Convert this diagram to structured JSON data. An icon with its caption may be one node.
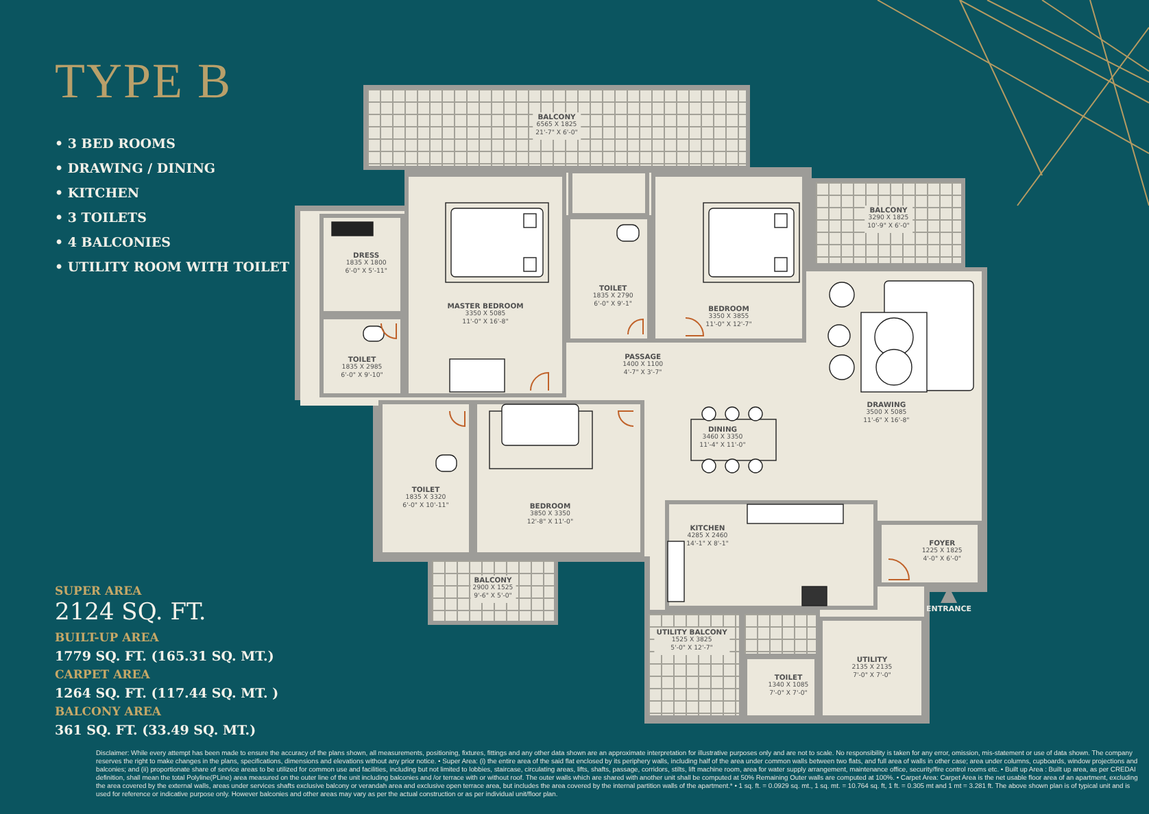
{
  "diagram": {
    "title": "TYPE B",
    "nodes": [
      {
        "text": [
          "BALCONY",
          "6565 X 1825",
          "21'-7\" X 6'-0\""
        ]
      },
      {
        "text": [
          "BALCONY",
          "3290 X 1825",
          "10'-9\" X 6'-0\""
        ]
      },
      {
        "text": [
          "DRESS",
          "1835 X 1800",
          "6'-0\" X 5'-11\""
        ]
      },
      {
        "text": [
          "TOILET",
          "1835 X 2985",
          "6'-0\" X 9'-10\""
        ]
      },
      {
        "text": [
          "MASTER BEDROOM",
          "3350 X 5085",
          "11'-0\" X 16'-8\""
        ]
      },
      {
        "text": [
          "TOILET",
          "1835 X 2790",
          "6'-0\" X 9'-1\""
        ]
      },
      {
        "text": [
          "BEDROOM",
          "3350 X 3855",
          "11'-0\" X 12'-7\""
        ]
      },
      {
        "text": [
          "PASSAGE",
          "1400 X 1100",
          "4'-7\" X 3'-7\""
        ]
      },
      {
        "text": [
          "DRAWING",
          "3500 X 5085",
          "11'-6\" X 16'-8\""
        ]
      },
      {
        "text": [
          "DINING",
          "3460 X 3350",
          "11'-4\" X 11'-0\""
        ]
      },
      {
        "text": [
          "TOILET",
          "1835 X 3320",
          "6'-0\" X 10'-11\""
        ]
      },
      {
        "text": [
          "BEDROOM",
          "3850 X 3350",
          "12'-8\" X 11'-0\""
        ]
      },
      {
        "text": [
          "BALCONY",
          "2900 X 1525",
          "9'-6\" X 5'-0\""
        ]
      },
      {
        "text": [
          "KITCHEN",
          "4285 X 2460",
          "14'-1\" X 8'-1\""
        ]
      },
      {
        "text": [
          "FOYER",
          "1225 X 1825",
          "4'-0\" X 6'-0\""
        ]
      },
      {
        "text": [
          "UTILITY BALCONY",
          "1525 X 3825",
          "5'-0\" X 12'-7\""
        ]
      },
      {
        "text": [
          "TOILET",
          "1340 X 1085",
          "7'-0\" X 7'-0\""
        ]
      },
      {
        "text": [
          "UTILITY",
          "2135 X 2135",
          "7'-0\" X 7'-0\""
        ]
      },
      {
        "text": [
          "ENTRANCE"
        ]
      }
    ],
    "edges": [
      {
        "from": 18,
        "to": 14,
        "arrow": "to"
      }
    ],
    "labels": [
      "• 3 BED ROOMS",
      "• DRAWING / DINING",
      "• KITCHEN",
      "• 3 TOILETS",
      "• 4 BALCONIES",
      "• UTILITY ROOM WITH TOILET",
      "SUPER AREA",
      "2124 SQ. FT.",
      "BUILT-UP AREA",
      "1779 SQ. FT. (165.31 SQ. MT.)",
      "CARPET AREA",
      "1264 SQ. FT. (117.44 SQ. MT. )",
      "BALCONY AREA",
      "361 SQ. FT. (33.49 SQ. MT.)",
      "Disclaimer: While every attempt has been made to ensure the accuracy of the plans shown, all measurements, positioning, fixtures, fittings and any other data shown are an approximate interpretation for illustrative purposes only and are not to scale. No responsibility is taken for any error, omission, mis-statement or use of data shown. The company reserves the right to make changes in the plans, specifications, dimensions and elevations without any prior notice. • Super Area: (i) the entire area of the said flat enclosed by its periphery walls, including half of the area under common walls between two flats, and full area of walls in other case; area under columns, cupboards, window projections and balconies; and (ii) proportionate share of service areas to be utilized for common use and facilities, including but not limited to lobbies, staircase, circulating areas, lifts, shafts, passage, corridors, stilts, lift machine room, area for water supply arrangement, maintenance office, security/fire control rooms etc. • Built up Area : Built up area, as per CREDAI definition, shall mean the total Polyline(PLine) area measured on the outer line of the unit including balconies and /or terrace with or without roof. The outer walls which are shared with another unit shall be computed at 50% Remaining Outer walls are computed at 100%. • Carpet Area: Carpet Area is the net usable floor area of an apartment, excluding the area covered by the external walls, areas under services shafts exclusive balcony or verandah area and exclusive open terrace area, but includes the area covered by the internal partition walls of the apartment.* • 1 sq. ft. = 0.0929 sq. mt., 1 sq. mt. = 10.764 sq. ft, 1 ft. = 0.305 mt and 1 mt = 3.281 ft. The above shown plan is of typical unit and is used for reference or indicative purpose only. However balconies and other areas may vary as per the actual construction or as per individual unit/floor plan."
    ]
  }
}
